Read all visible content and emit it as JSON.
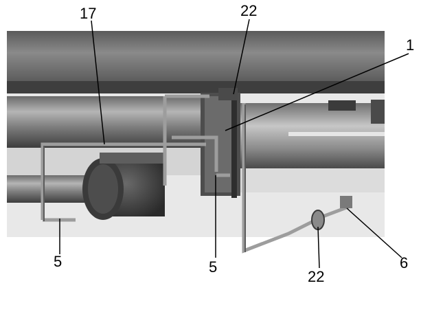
{
  "figure": {
    "callouts": [
      {
        "id": "c17",
        "text": "17"
      },
      {
        "id": "c22-top",
        "text": "22"
      },
      {
        "id": "c1",
        "text": "1"
      },
      {
        "id": "c6",
        "text": "6"
      },
      {
        "id": "c22-bottom",
        "text": "22"
      },
      {
        "id": "c5-left",
        "text": "5"
      },
      {
        "id": "c5-mid",
        "text": "5"
      }
    ],
    "colors": {
      "background": "#ffffff",
      "photo_base": "#7a7a7a",
      "dark": "#3a3a3a",
      "light": "#cfcfcf",
      "ink": "#000000"
    }
  }
}
